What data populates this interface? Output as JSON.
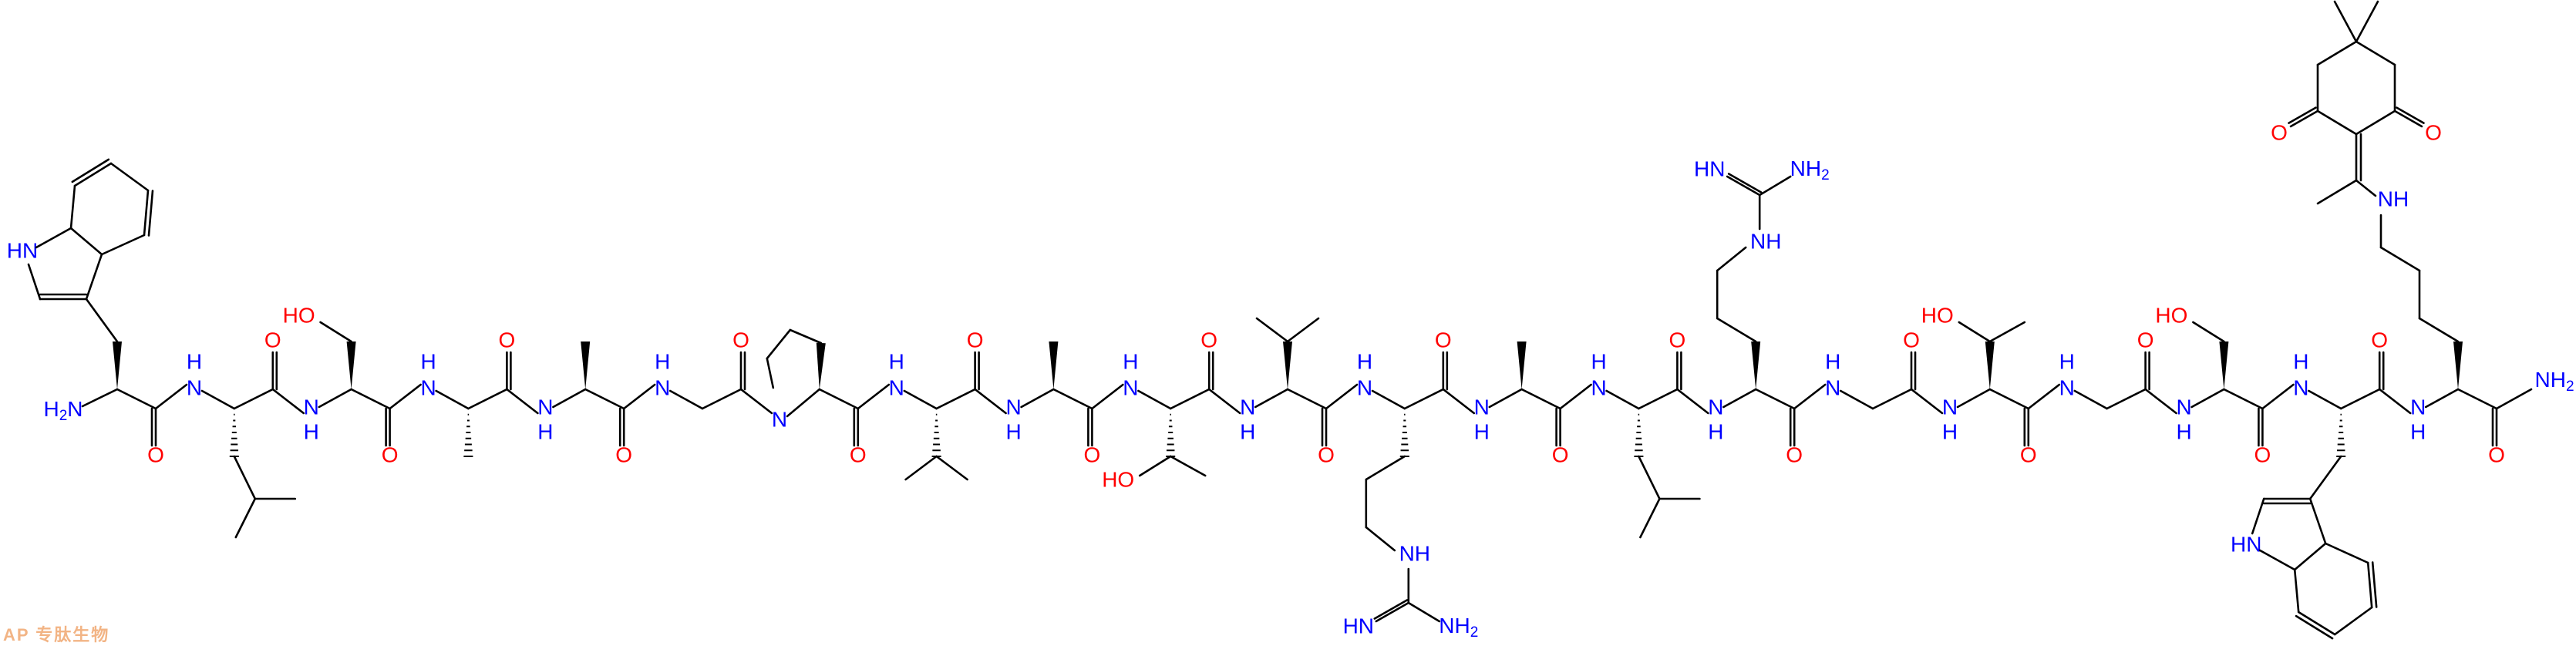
{
  "diagram": {
    "type": "chemical-structure",
    "subject": "peptide",
    "sequence": [
      "Trp",
      "Leu",
      "Ser",
      "Ala",
      "Ala",
      "Gly",
      "Pro",
      "Val",
      "Ala",
      "Thr",
      "Val",
      "Arg",
      "Ala",
      "Leu",
      "Arg",
      "Gly",
      "Thr",
      "Gly",
      "Ser",
      "Trp",
      "Lys(Dde)"
    ],
    "n_terminus": "H2N",
    "c_terminus": "NH2",
    "atom_labels": {
      "amine": "H2N",
      "amide_terminal": "NH2",
      "indole_nh": "HN",
      "hydroxyl": "HO",
      "oxygen": "O",
      "nitrogen": "N",
      "hydrogen": "H",
      "guanidine_imine": "HN",
      "guanidine_amine": "NH2",
      "guanidine_nh": "NH",
      "dde_nh": "NH"
    },
    "colors": {
      "bond": "#000000",
      "nitrogen": "#0000ff",
      "oxygen": "#ff0000",
      "watermark": "#f0a870"
    }
  },
  "watermark": {
    "text": "AP 专肽生物"
  }
}
